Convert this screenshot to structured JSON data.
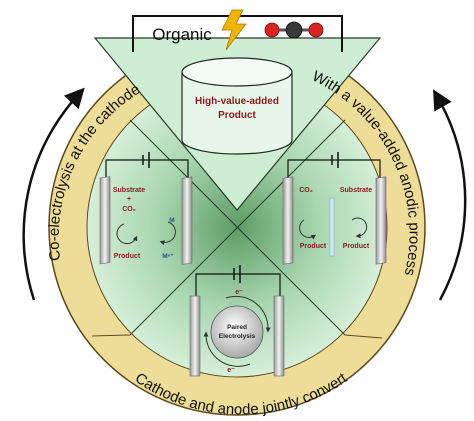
{
  "top": {
    "organic_label": "Organic",
    "product_label_line1": "High-value-added",
    "product_label_line2": "Product"
  },
  "ring": {
    "left_label": "Co-electrolysis at the cathode",
    "right_label": "With a value-added anodic process",
    "bottom_label": "Cathode and anode jointly convert"
  },
  "left_cell": {
    "reactant_line1": "Substrate",
    "reactant_line2": "+",
    "reactant_line3": "CO₂",
    "product": "Product",
    "metal": "M",
    "metal_ion": "Mⁿ⁺"
  },
  "right_cell": {
    "left_reactant": "CO₂",
    "right_reactant": "Substrate",
    "left_product": "Product",
    "right_product": "Product"
  },
  "bottom_cell": {
    "center_line1": "Paired",
    "center_line2": "Electrolysis",
    "electron_top": "e⁻",
    "electron_bottom": "e⁻"
  },
  "colors": {
    "ring_fill": "#eedd99",
    "inner_fill": "#bfe3c4",
    "inner_dark": "#8fbf93",
    "accent_red": "#8b1a1a",
    "lightning": "#f0b400"
  }
}
